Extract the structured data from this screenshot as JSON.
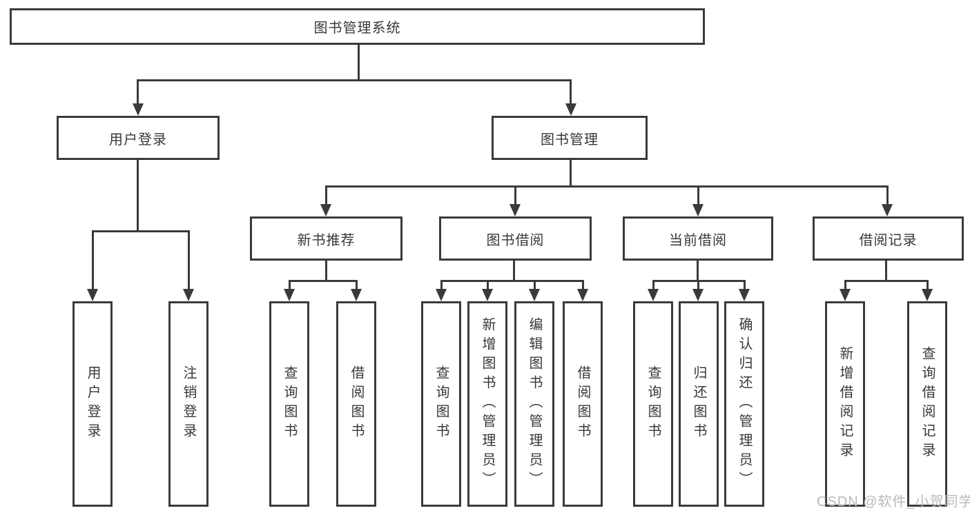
{
  "diagram": {
    "root": "图书管理系统",
    "level2": [
      "用户登录",
      "图书管理"
    ],
    "level3": [
      "新书推荐",
      "图书借阅",
      "当前借阅",
      "借阅记录"
    ],
    "leaves_login": [
      "用户登录",
      "注销登录"
    ],
    "leaves_newbook": [
      "查询图书",
      "借阅图书"
    ],
    "leaves_borrow": [
      "查询图书",
      "新增图书（管理员）",
      "编辑图书（管理员）",
      "借阅图书"
    ],
    "leaves_current": [
      "查询图书",
      "归还图书",
      "确认归还（管理员）"
    ],
    "leaves_records": [
      "新增借阅记录",
      "查询借阅记录"
    ],
    "watermark": "CSDN @软件_小贺同学",
    "colors": {
      "line": "#3a3a3a",
      "text": "#383838",
      "watermark": "#b9b9b9",
      "background": "#ffffff"
    }
  }
}
